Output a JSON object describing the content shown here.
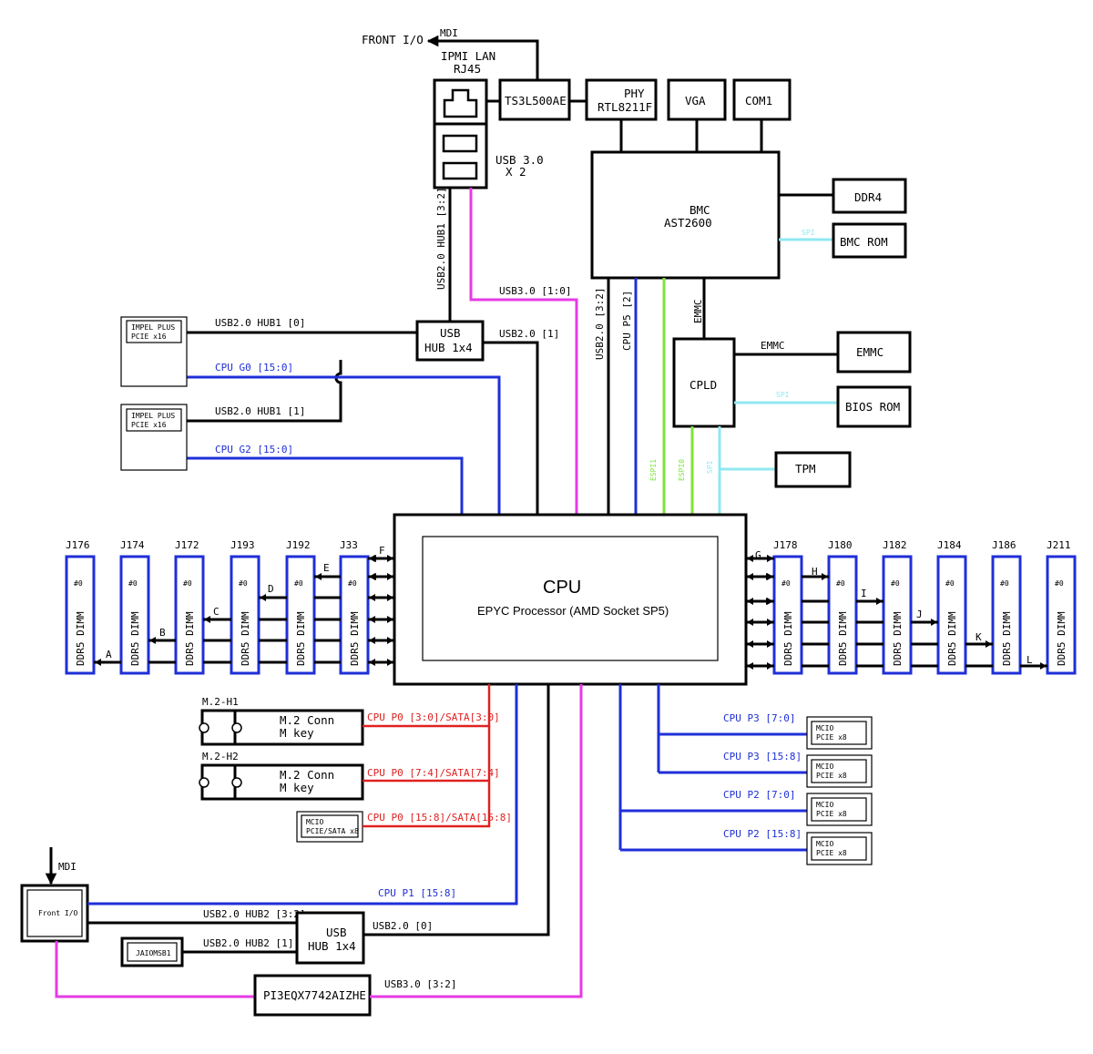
{
  "front_top": {
    "label": "FRONT I/O",
    "mdi": "MDI"
  },
  "ipmi": {
    "line1": "IPMI LAN",
    "line2": "RJ45"
  },
  "usb30_port": {
    "line1": "USB 3.0",
    "line2": "X 2"
  },
  "ts3l": {
    "label": "TS3L500AE"
  },
  "phy": {
    "line1": "PHY",
    "line2": "RTL8211F"
  },
  "vga": {
    "label": "VGA"
  },
  "com1": {
    "label": "COM1"
  },
  "bmc": {
    "line1": "BMC",
    "line2": "AST2600"
  },
  "ddr4": {
    "label": "DDR4"
  },
  "bmc_rom": {
    "label": "BMC ROM"
  },
  "spi_bmc": "SPI",
  "emmc_chip": {
    "label": "EMMC"
  },
  "emmc_link": "EMMC",
  "emmc_bus": "EMMC",
  "cpld": {
    "label": "CPLD"
  },
  "bios_rom": {
    "label": "BIOS ROM"
  },
  "spi_bios": "SPI",
  "tpm": {
    "label": "TPM"
  },
  "spi_tpm": "SPI",
  "espi1": "ESPI1",
  "espi0": "ESPI0",
  "usb_hub_top": {
    "line1": "USB",
    "line2": "HUB 1x4"
  },
  "labels_top": {
    "usb20_hub1_32": "USB2.0 HUB1 [3:2]",
    "usb30_10": "USB3.0 [1:0]",
    "usb20_32": "USB2.0 [3:2]",
    "cpu_p5_2": "CPU P5 [2]",
    "usb20_hub1_0": "USB2.0 HUB1 [0]",
    "usb20_1": "USB2.0 [1]",
    "cpu_g0": "CPU G0 [15:0]",
    "usb20_hub1_1": "USB2.0 HUB1 [1]",
    "cpu_g2": "CPU G2 [15:0]"
  },
  "impel_1": {
    "line1": "IMPEL PLUS",
    "line2": "PCIE x16"
  },
  "impel_2": {
    "line1": "IMPEL PLUS",
    "line2": "PCIE x16"
  },
  "cpu": {
    "title": "CPU",
    "subtitle": "EPYC Processor (AMD Socket SP5)"
  },
  "dimm_text": "DDR5 DIMM",
  "dimm_slot": "#0",
  "dimms_left": [
    "J176",
    "J174",
    "J172",
    "J193",
    "J192",
    "J33"
  ],
  "dimms_right": [
    "J178",
    "J180",
    "J182",
    "J184",
    "J186",
    "J211"
  ],
  "channels_left": [
    "A",
    "B",
    "C",
    "D",
    "E",
    "F"
  ],
  "channels_right": [
    "G",
    "H",
    "I",
    "J",
    "K",
    "L"
  ],
  "m2_1": {
    "ref": "M.2-H1",
    "line1": "M.2 Conn",
    "line2": "M key",
    "bus": "CPU P0 [3:0]/SATA[3:0]"
  },
  "m2_2": {
    "ref": "M.2-H2",
    "line1": "M.2 Conn",
    "line2": "M key",
    "bus": "CPU P0 [7:4]/SATA[7:4]"
  },
  "mcio_sata": {
    "line1": "MCIO",
    "line2": "PCIE/SATA x8",
    "bus": "CPU P0 [15:8]/SATA[15:8]"
  },
  "mcio_right": [
    {
      "bus": "CPU P3 [7:0]",
      "line1": "MCIO",
      "line2": "PCIE x8"
    },
    {
      "bus": "CPU P3 [15:8]",
      "line1": "MCIO",
      "line2": "PCIE x8"
    },
    {
      "bus": "CPU P2 [7:0]",
      "line1": "MCIO",
      "line2": "PCIE x8"
    },
    {
      "bus": "CPU P2 [15:8]",
      "line1": "MCIO",
      "line2": "PCIE x8"
    }
  ],
  "front_io": {
    "label": "Front I/O",
    "mdi": "MDI"
  },
  "labels_bottom": {
    "cpu_p1": "CPU P1 [15:8]",
    "usb20_hub2_32": "USB2.0 HUB2 [3:2]",
    "usb20_0": "USB2.0 [0]",
    "usb20_hub2_1": "USB2.0 HUB2 [1]",
    "usb30_32": "USB3.0 [3:2]"
  },
  "usb_hub_bottom": {
    "line1": "USB",
    "line2": "HUB 1x4"
  },
  "jaiomsb1": {
    "label": "JAIOMSB1"
  },
  "pi3eqx": {
    "label": "PI3EQX7742AIZHE"
  },
  "colors": {
    "power_black": "#000000",
    "pcie_blue": "#1f2fd8",
    "sata_red": "#e02020",
    "usb3_magenta": "#e63be6",
    "espi_green": "#7ee33a",
    "spi_cyan": "#8fe8f0"
  }
}
